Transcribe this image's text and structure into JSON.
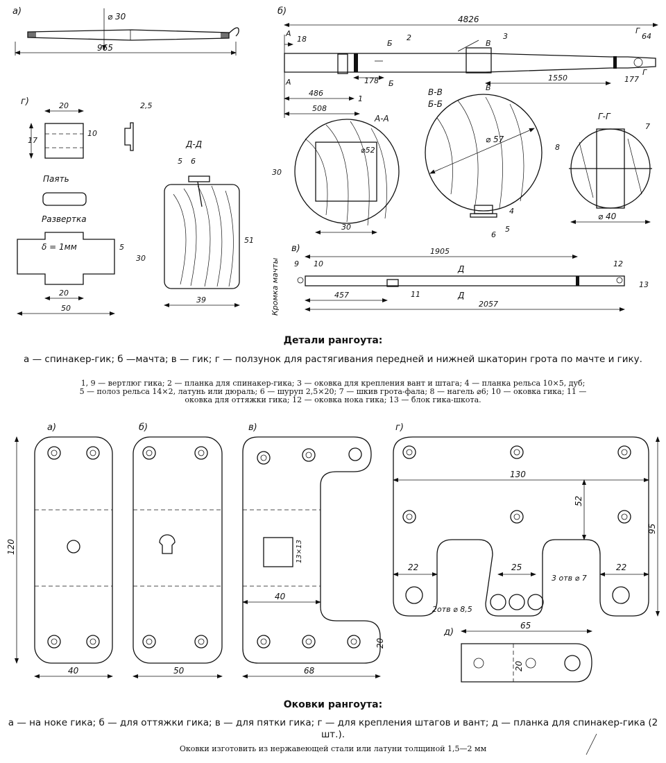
{
  "figure1": {
    "title": "Детали рангоута:",
    "caption": "а — спинакер-гик; б —мачта; в — гик; г — ползунок для растягивания передней и нижней шкаторин грота по мачте и гику.",
    "legend_line1": "1, 9 — вертлюг гика; 2 — планка для спинакер-гика; 3 — оковка для крепления вант и штага; 4 — планка рельса 10×5, дуб;",
    "legend_line2": "5 — полоз рельса 14×2, латунь или дюраль; 6 — шуруп 2,5×20; 7 — шкив грота-фала; 8 — нагель ⌀6; 10 — оковка гика; 11 —",
    "legend_line3": "оковка для оттяжки гика; 12 — оковка нока гика; 13 — блок гика-шкота.",
    "views": {
      "a": {
        "label": "а)",
        "dims": [
          "⌀ 30",
          "965"
        ]
      },
      "b": {
        "label": "б)",
        "dims": [
          "4826",
          "18",
          "486",
          "178",
          "508",
          "1550",
          "177",
          "64"
        ],
        "sections": [
          "А",
          "А",
          "Б",
          "Б",
          "В",
          "В",
          "Г",
          "Г"
        ],
        "callouts": [
          "1",
          "2",
          "3"
        ]
      },
      "g": {
        "label": "г)",
        "dims": [
          "20",
          "17",
          "10",
          "2,5",
          "5",
          "30",
          "20",
          "50"
        ],
        "notes": [
          "Паять",
          "Развертка",
          "δ = 1мм"
        ]
      },
      "dd": {
        "title": "Д-Д",
        "dims": [
          "51",
          "39"
        ],
        "callouts": [
          "5",
          "6"
        ]
      },
      "aa": {
        "title": "А-А",
        "dims": [
          "⌀52",
          "30",
          "30"
        ]
      },
      "vv": {
        "title1": "В-В",
        "title2": "Б-Б",
        "dims": [
          "⌀ 57"
        ],
        "callouts": [
          "4",
          "5",
          "6"
        ]
      },
      "gg": {
        "title": "Г-Г",
        "dims": [
          "⌀ 40"
        ],
        "callouts": [
          "7",
          "8"
        ]
      },
      "v": {
        "label": "в)",
        "dims": [
          "1905",
          "457",
          "2057"
        ],
        "sections": [
          "Д",
          "Д"
        ],
        "callouts": [
          "9",
          "10",
          "11",
          "12",
          "13"
        ],
        "side_label": "Кромка мачты"
      }
    }
  },
  "figure2": {
    "title": "Оковки рангоута:",
    "caption": "а — на ноке гика; б — для оттяжки гика; в — для пятки гика; г — для крепления штагов и вант; д — планка для спинакер-гика (2 шт.).",
    "note": "Оковки изготовить из нержавеющей стали или латуни толщиной 1,5—2 мм",
    "views": {
      "a": {
        "label": "а)",
        "dims": [
          "120",
          "40"
        ]
      },
      "b": {
        "label": "б)",
        "dims": [
          "50"
        ]
      },
      "v": {
        "label": "в)",
        "dims": [
          "13×13",
          "40",
          "20",
          "68"
        ]
      },
      "g": {
        "label": "г)",
        "dims": [
          "130",
          "52",
          "95",
          "22",
          "25",
          "22",
          "3 отв ⌀ 7",
          "2отв ⌀ 8,5"
        ]
      },
      "d": {
        "label": "д)",
        "dims": [
          "65",
          "20"
        ]
      }
    }
  }
}
